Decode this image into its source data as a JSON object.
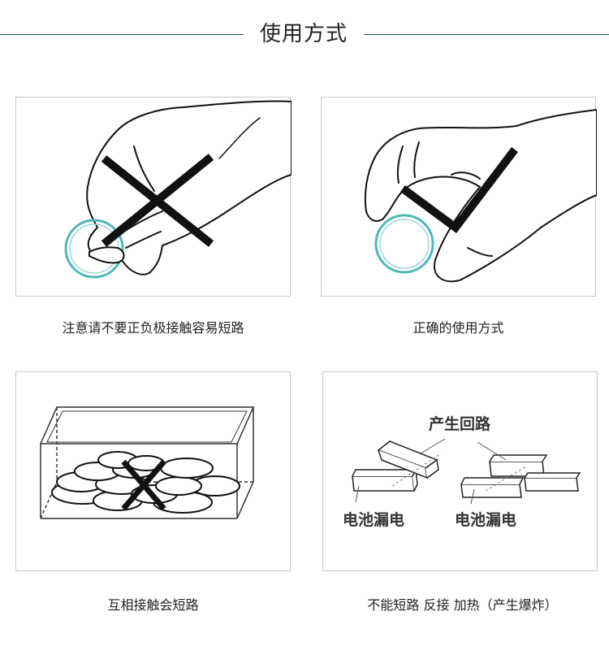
{
  "section_title": "使用方式",
  "panels": [
    {
      "caption": "注意请不要正负极接触容易短路"
    },
    {
      "caption": "正确的使用方式"
    },
    {
      "caption": "互相接触会短路"
    },
    {
      "caption": "不能短路 反接 加热（产生爆炸）",
      "labels": {
        "circuit": "产生回路",
        "leak_left": "电池漏电",
        "leak_right": "电池漏电"
      }
    }
  ],
  "colors": {
    "accent_line": "#1f5e55",
    "battery_ring": "#4fb8b8",
    "mark": "#111111"
  },
  "icons": [
    "wrong-x-icon",
    "correct-check-icon"
  ]
}
